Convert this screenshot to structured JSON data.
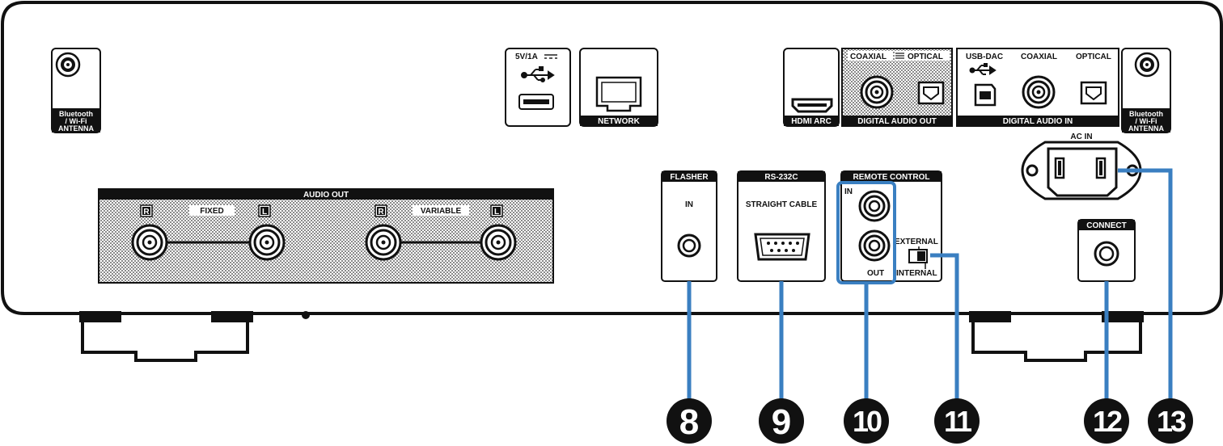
{
  "antenna_left": {
    "line1": "Bluetooth",
    "line2": "/ Wi-Fi",
    "line3": "ANTENNA"
  },
  "antenna_right": {
    "line1": "Bluetooth",
    "line2": "/ Wi-Fi",
    "line3": "ANTENNA"
  },
  "usb_front": {
    "rating": "5V/1A"
  },
  "network": {
    "label": "NETWORK"
  },
  "hdmi": {
    "label": "HDMI ARC"
  },
  "digital_out": {
    "coaxial": "COAXIAL",
    "optical": "OPTICAL",
    "label": "DIGITAL AUDIO OUT"
  },
  "digital_in": {
    "usb_dac": "USB-DAC",
    "coaxial": "COAXIAL",
    "optical": "OPTICAL",
    "label": "DIGITAL AUDIO IN"
  },
  "audio_out": {
    "title": "AUDIO OUT",
    "fixed": "FIXED",
    "variable": "VARIABLE",
    "r": "R",
    "l": "L"
  },
  "flasher": {
    "title": "FLASHER",
    "in": "IN"
  },
  "rs232c": {
    "title": "RS-232C",
    "sub": "STRAIGHT CABLE"
  },
  "remote": {
    "title": "REMOTE CONTROL",
    "in": "IN",
    "out": "OUT",
    "external": "EXTERNAL",
    "internal": "INTERNAL"
  },
  "ac_in": {
    "label": "AC IN"
  },
  "connect": {
    "label": "CONNECT"
  },
  "callouts": [
    "8",
    "9",
    "10",
    "11",
    "12",
    "13"
  ],
  "colors": {
    "callout_line": "#3a7fc1",
    "panel_dark": "#111111"
  }
}
